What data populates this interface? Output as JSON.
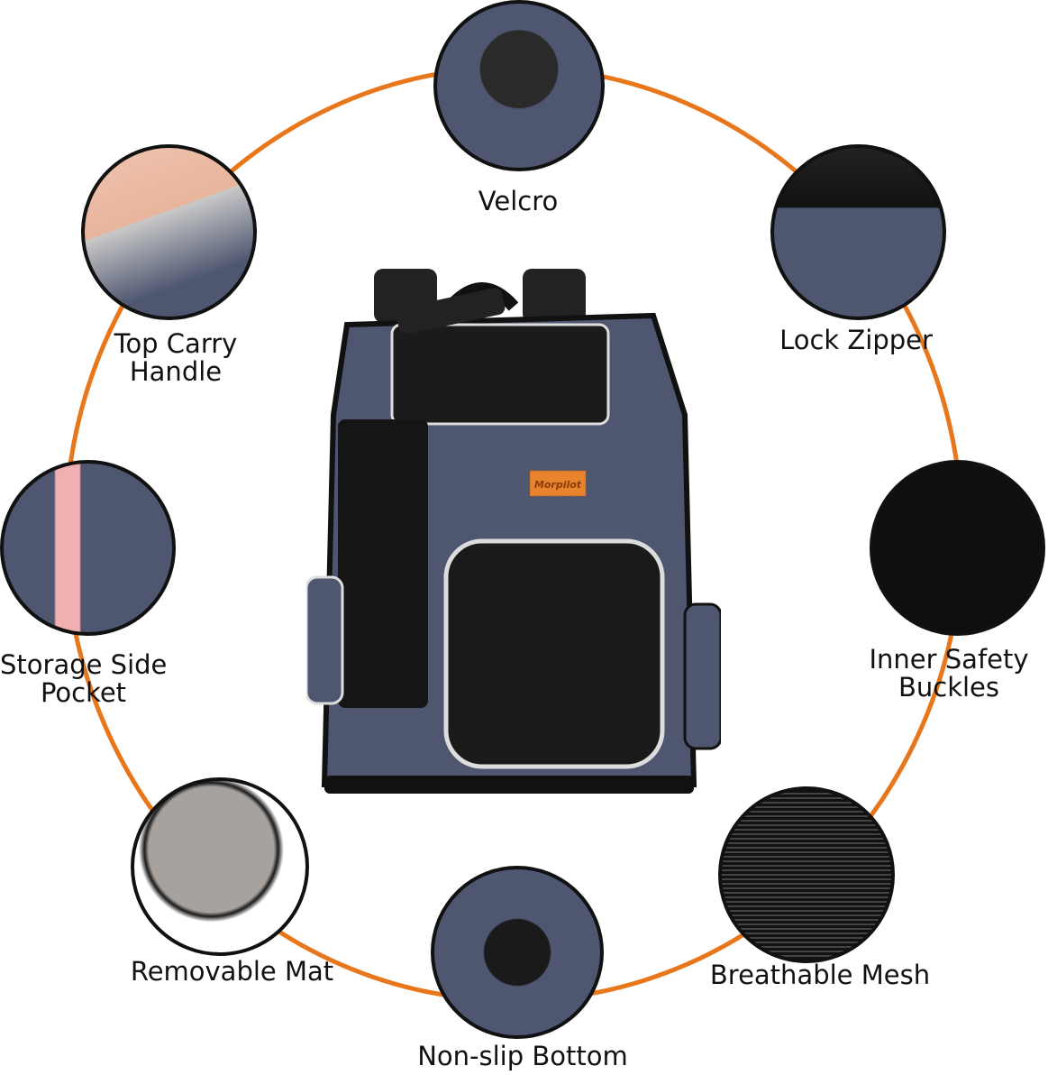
{
  "ring_color": "#e8761a",
  "product": {
    "brand_tag": "Morpilot",
    "body_color": "#4e5670",
    "mesh_color": "#1a1a1a",
    "trim_color": "#d8d8d8"
  },
  "features": [
    {
      "id": "velcro",
      "label": "Velcro"
    },
    {
      "id": "top-carry-handle",
      "label_line1": "Top Carry",
      "label_line2": "Handle"
    },
    {
      "id": "lock-zipper",
      "label": "Lock Zipper"
    },
    {
      "id": "storage-side-pocket",
      "label_line1": "Storage Side",
      "label_line2": "Pocket"
    },
    {
      "id": "inner-safety-buckles",
      "label_line1": "Inner Safety",
      "label_line2": "Buckles"
    },
    {
      "id": "removable-mat",
      "label": "Removable Mat"
    },
    {
      "id": "breathable-mesh",
      "label": "Breathable Mesh"
    },
    {
      "id": "non-slip-bottom",
      "label": "Non-slip Bottom"
    }
  ]
}
